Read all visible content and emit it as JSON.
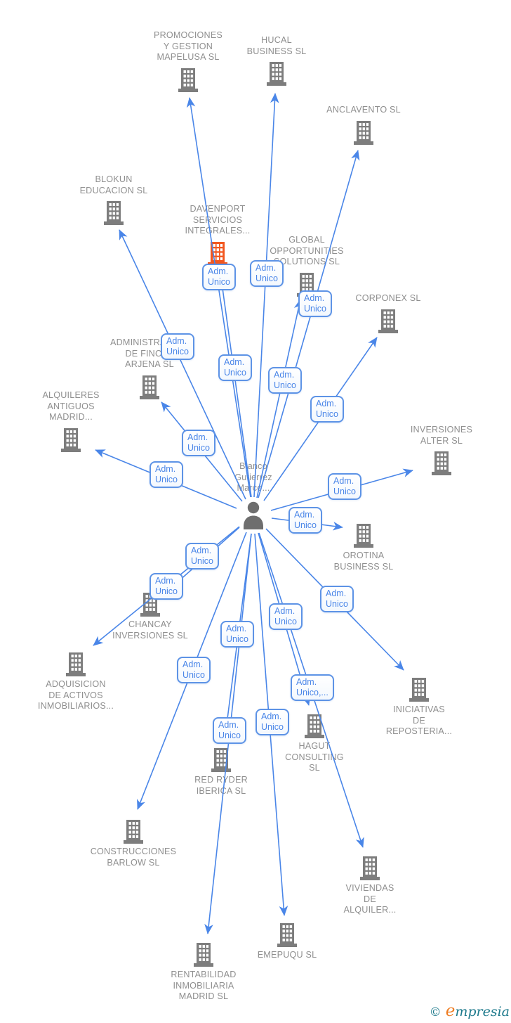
{
  "person": {
    "label": "Blanco\nGutierrez\nMarco...",
    "icon": "person-icon"
  },
  "companies": [
    {
      "label": "PROMOCIONES\nY GESTION\nMAPELUSA SL",
      "icon": "building-icon",
      "highlight": false
    },
    {
      "label": "HUCAL\nBUSINESS SL",
      "icon": "building-icon",
      "highlight": false
    },
    {
      "label": "ANCLAVENTO SL",
      "icon": "building-icon",
      "highlight": false
    },
    {
      "label": "BLOKUN\nEDUCACION SL",
      "icon": "building-icon",
      "highlight": false
    },
    {
      "label": "DAVENPORT\nSERVICIOS\nINTEGRALES...",
      "icon": "building-icon",
      "highlight": true
    },
    {
      "label": "GLOBAL\nOPPORTUNITIES\nSOLUTIONS SL",
      "icon": "building-icon",
      "highlight": false
    },
    {
      "label": "CORPONEX SL",
      "icon": "building-icon",
      "highlight": false
    },
    {
      "label": "ADMINISTRACION\nDE FINCAS\nARJENA SL",
      "icon": "building-icon",
      "highlight": false
    },
    {
      "label": "ALQUILERES\nANTIGUOS\nMADRID...",
      "icon": "building-icon",
      "highlight": false
    },
    {
      "label": "INVERSIONES\nALTER SL",
      "icon": "building-icon",
      "highlight": false
    },
    {
      "label": "OROTINA\nBUSINESS SL",
      "icon": "building-icon",
      "highlight": false
    },
    {
      "label": "CHANCAY\nINVERSIONES SL",
      "icon": "building-icon",
      "highlight": false
    },
    {
      "label": "ADQUISICION\nDE ACTIVOS\nINMOBILIARIOS...",
      "icon": "building-icon",
      "highlight": false
    },
    {
      "label": "INICIATIVAS\nDE\nREPOSTERIA...",
      "icon": "building-icon",
      "highlight": false
    },
    {
      "label": "HAGUT\nCONSULTING\nSL",
      "icon": "building-icon",
      "highlight": false
    },
    {
      "label": "RED RYDER\nIBERICA SL",
      "icon": "building-icon",
      "highlight": false
    },
    {
      "label": "CONSTRUCCIONES\nBARLOW SL",
      "icon": "building-icon",
      "highlight": false
    },
    {
      "label": "VIVIENDAS\nDE\nALQUILER...",
      "icon": "building-icon",
      "highlight": false
    },
    {
      "label": "EMEPUQU SL",
      "icon": "building-icon",
      "highlight": false
    },
    {
      "label": "RENTABILIDAD\nINMOBILIARIA\nMADRID  SL",
      "icon": "building-icon",
      "highlight": false
    }
  ],
  "edges": [
    {
      "label": "Adm.\nUnico"
    },
    {
      "label": "Adm.\nUnico"
    },
    {
      "label": "Adm.\nUnico"
    },
    {
      "label": "Adm.\nUnico"
    },
    {
      "label": "Adm.\nUnico"
    },
    {
      "label": "Adm.\nUnico"
    },
    {
      "label": "Adm.\nUnico"
    },
    {
      "label": "Adm.\nUnico"
    },
    {
      "label": "Adm.\nUnico"
    },
    {
      "label": "Adm.\nUnico"
    },
    {
      "label": "Adm.\nUnico"
    },
    {
      "label": "Adm.\nUnico"
    },
    {
      "label": "Adm.\nUnico"
    },
    {
      "label": "Adm.\nUnico"
    },
    {
      "label": "Adm.\nUnico,..."
    },
    {
      "label": "Adm.\nUnico"
    },
    {
      "label": "Adm.\nUnico"
    },
    {
      "label": "Adm.\nUnico"
    },
    {
      "label": "Adm.\nUnico"
    },
    {
      "label": "Adm.\nUnico"
    }
  ],
  "watermark": {
    "symbol": "©",
    "name_lead": "e",
    "name_rest": "mpresia"
  },
  "colors": {
    "edge_blue": "#4a86e8",
    "box_border_blue": "#5d93e6",
    "node_gray": "#7d7d7d",
    "label_gray": "#8f8f8f",
    "highlight_orange": "#f2571f",
    "watermark_teal": "#1e7a8c",
    "watermark_orange": "#ee7d23"
  }
}
